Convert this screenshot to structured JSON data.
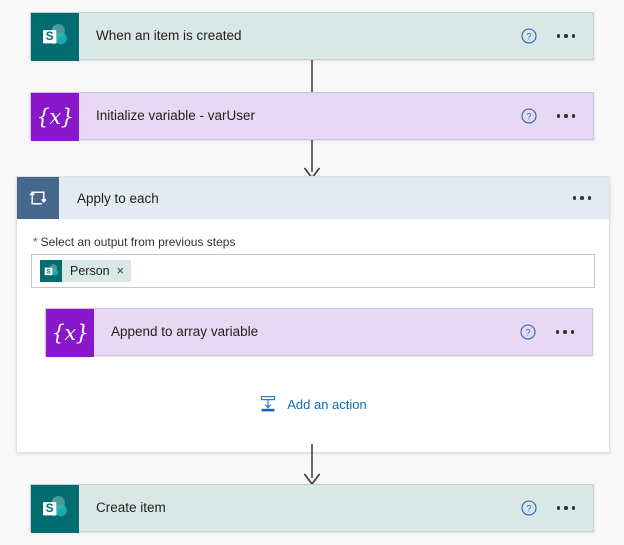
{
  "canvas": {
    "background": "#f8f8f8"
  },
  "colors": {
    "sharepoint_teal": "#036c70",
    "sharepoint_card": "#d9e8e6",
    "variable_purple": "#8a17c9",
    "variable_card": "#e9d8f4",
    "loop_blue": "#47688e",
    "loop_header": "#e4eaf2",
    "link_blue": "#0f6cbd",
    "required_red": "#c4314b",
    "text": "#201f1e",
    "connector": "#484644"
  },
  "steps": [
    {
      "id": "trigger",
      "title": "When an item is created",
      "icon": "sharepoint-icon",
      "type": "sharepoint",
      "has_help": true,
      "has_menu": true
    },
    {
      "id": "init-variable",
      "title": "Initialize variable - varUser",
      "icon": "variable-icon",
      "type": "variable",
      "has_help": true,
      "has_menu": true
    }
  ],
  "scope": {
    "title": "Apply to each",
    "icon": "loop-icon",
    "has_help": false,
    "has_menu": true,
    "field": {
      "required_marker": "*",
      "label": "Select an output from previous steps",
      "token": {
        "label": "Person",
        "icon": "sharepoint-icon",
        "close_glyph": "×"
      }
    },
    "inner_step": {
      "id": "append-to-array",
      "title": "Append to array variable",
      "icon": "variable-icon",
      "type": "variable",
      "has_help": true,
      "has_menu": true
    },
    "add_action": {
      "label": "Add an action",
      "icon": "insert-action-icon"
    }
  },
  "final_step": {
    "id": "create-item",
    "title": "Create item",
    "icon": "sharepoint-icon",
    "type": "sharepoint",
    "has_help": true,
    "has_menu": true
  },
  "icons": {
    "help": "help-circle-icon",
    "menu": "ellipsis-icon",
    "variable_glyph": "{x}"
  }
}
